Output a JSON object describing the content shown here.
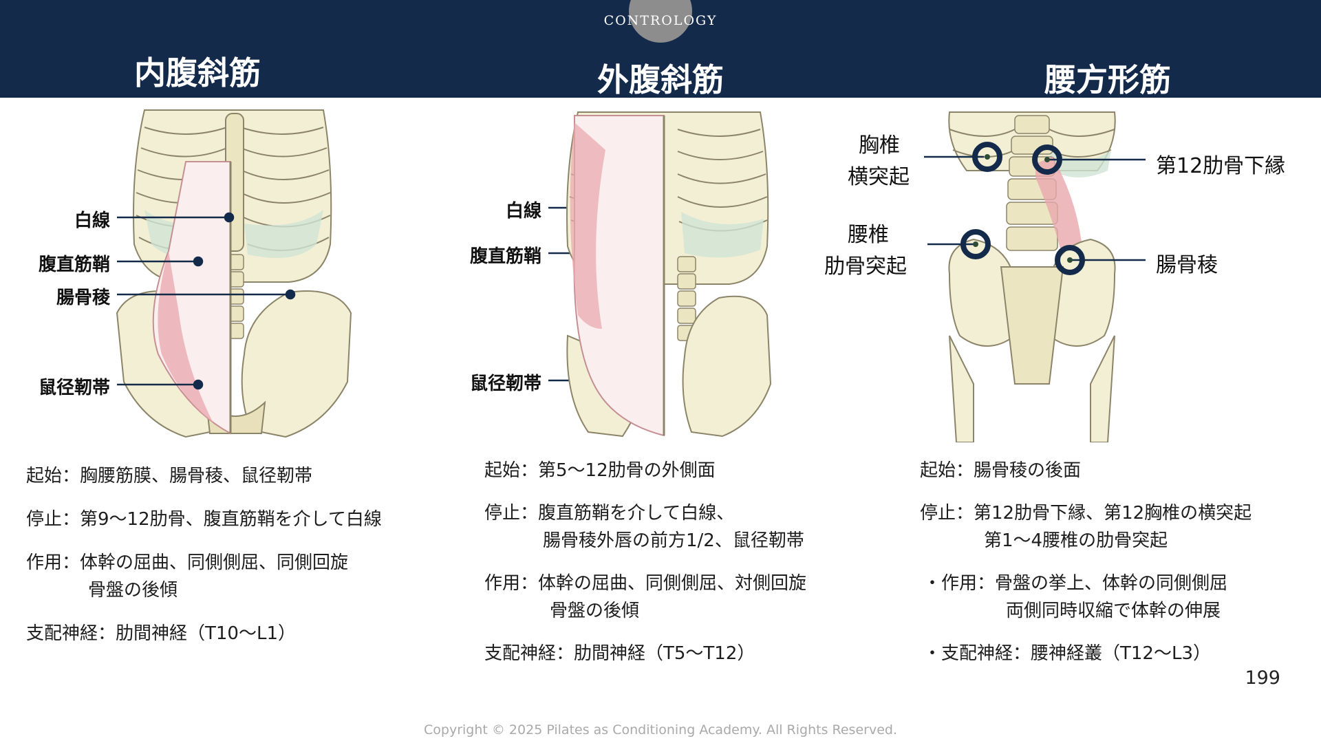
{
  "header": {
    "brand": "CONTROLOGY"
  },
  "columns": [
    {
      "title": "内腹斜筋",
      "labels": [
        "白線",
        "腹直筋鞘",
        "腸骨稜",
        "鼠径靭帯"
      ],
      "desc": [
        "起始：胸腰筋膜、腸骨稜、鼠径靭帯",
        "停止：第9〜12肋骨、腹直筋鞘を介して白線",
        "作用：体幹の屈曲、同側側屈、同側回旋",
        "骨盤の後傾",
        "支配神経：肋間神経（T10〜L1）"
      ]
    },
    {
      "title": "外腹斜筋",
      "labels": [
        "白線",
        "腹直筋鞘",
        "鼠径靭帯"
      ],
      "desc": [
        "起始：第5〜12肋骨の外側面",
        "停止：腹直筋鞘を介して白線、",
        "腸骨稜外唇の前方1/2、鼠径靭帯",
        "作用：体幹の屈曲、同側側屈、対側回旋",
        "骨盤の後傾",
        "支配神経：肋間神経（T5〜T12）"
      ]
    },
    {
      "title": "腰方形筋",
      "labels": [
        "胸椎",
        "横突起",
        "腰椎",
        "肋骨突起",
        "第12肋骨下縁",
        "腸骨稜"
      ],
      "desc": [
        "起始：腸骨稜の後面",
        "停止：第12肋骨下縁、第12胸椎の横突起",
        "第1〜4腰椎の肋骨突起",
        "・作用：骨盤の挙上、体幹の同側側屈",
        "両側同時収縮で体幹の伸展",
        "・支配神経：腰神経叢（T12〜L3）"
      ]
    }
  ],
  "page_number": "199",
  "copyright": "Copyright © 2025 Pilates as Conditioning Academy. All Rights Reserved.",
  "colors": {
    "header": "#132a4b",
    "bone": "#f3efd4",
    "muscle": "#e8a7ad",
    "marker": "#132a4b"
  }
}
